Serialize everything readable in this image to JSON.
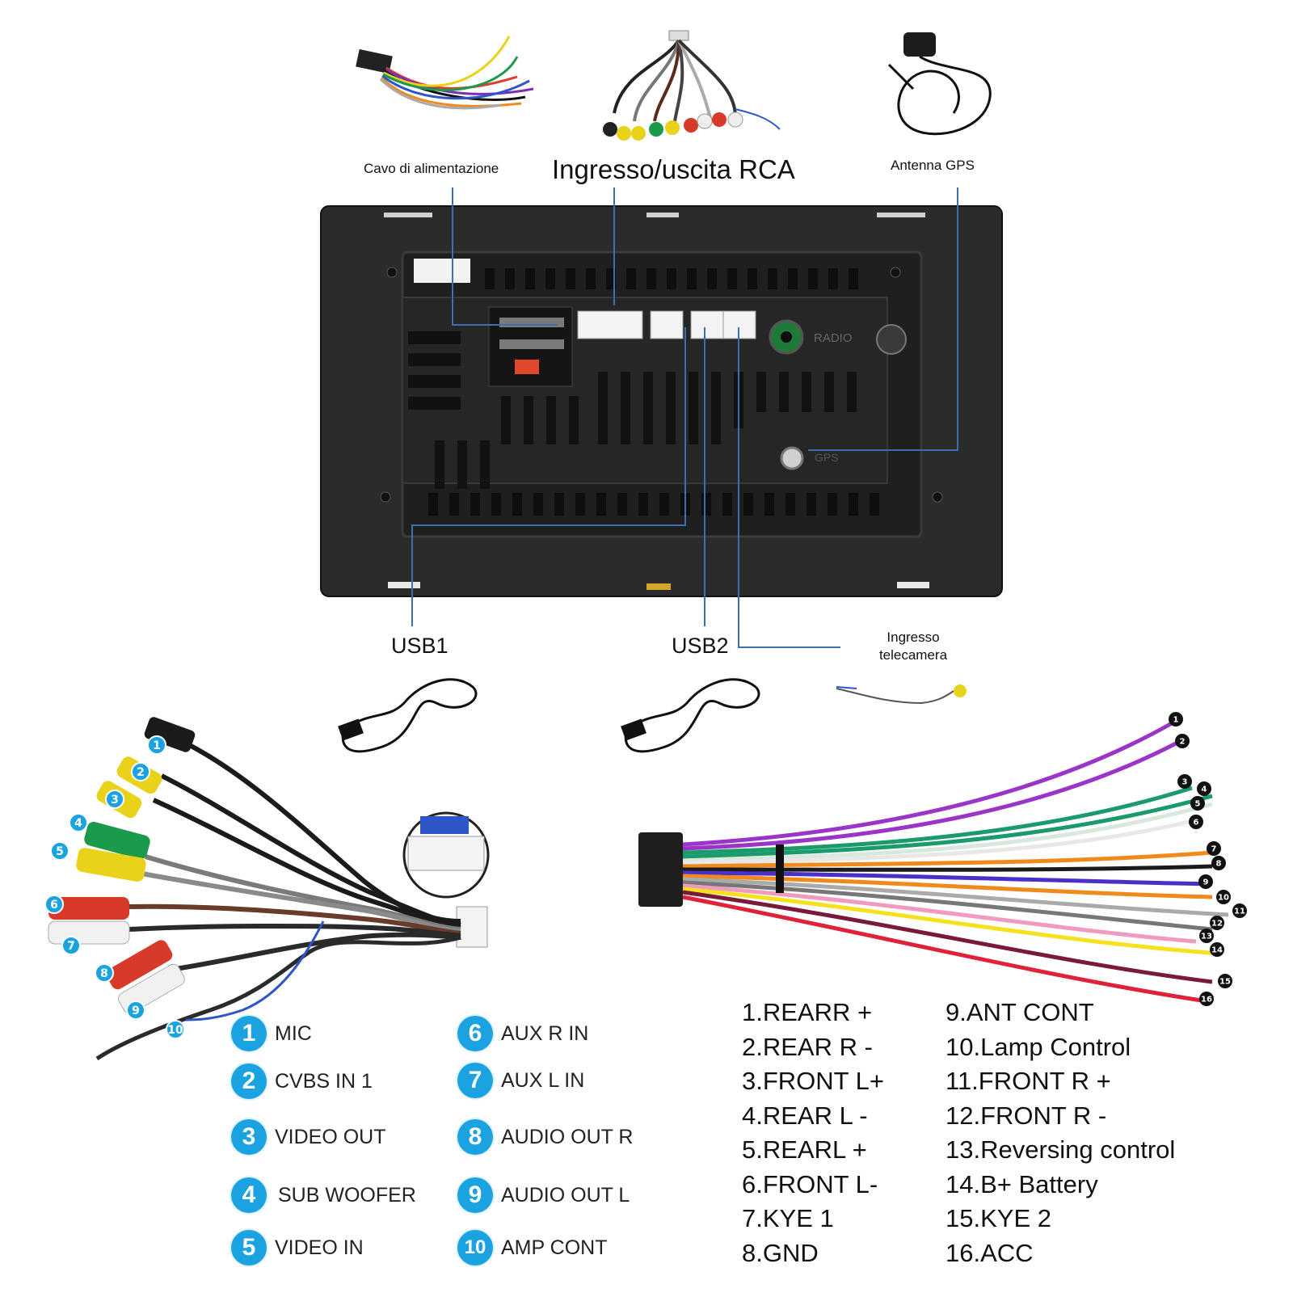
{
  "top_labels": {
    "power_cable": "Cavo di alimentazione",
    "rca": "Ingresso/uscita RCA",
    "gps_antenna": "Antenna GPS"
  },
  "unit_markings": {
    "radio": "RADIO",
    "gps": "GPS"
  },
  "ports": {
    "usb1": "USB1",
    "usb2": "USB2",
    "camera": [
      "Ingresso",
      "telecamera"
    ]
  },
  "rca_legend": [
    {
      "num": "1",
      "label": "MIC"
    },
    {
      "num": "2",
      "label": "CVBS IN 1"
    },
    {
      "num": "3",
      "label": "VIDEO OUT"
    },
    {
      "num": "4",
      "label": "SUB WOOFER"
    },
    {
      "num": "5",
      "label": "VIDEO IN"
    },
    {
      "num": "6",
      "label": "AUX R IN"
    },
    {
      "num": "7",
      "label": "AUX L IN"
    },
    {
      "num": "8",
      "label": "AUDIO OUT R"
    },
    {
      "num": "9",
      "label": "AUDIO OUT L"
    },
    {
      "num": "10",
      "label": "AMP CONT"
    }
  ],
  "power_pins_left": [
    "1.REARR +",
    "2.REAR R -",
    "3.FRONT L+",
    "4.REAR L -",
    "5.REARL +",
    "6.FRONT L-",
    "7.KYE 1",
    "8.GND"
  ],
  "power_pins_right": [
    "9.ANT CONT",
    "10.Lamp Control",
    "11.FRONT R +",
    "12.FRONT R -",
    "13.Reversing control",
    "14.B+ Battery",
    "15.KYE 2",
    "16.ACC"
  ],
  "wire_tags": [
    "1",
    "2",
    "3",
    "4",
    "5",
    "6",
    "7",
    "8",
    "9",
    "10",
    "11",
    "12",
    "13",
    "14",
    "15",
    "16"
  ],
  "rca_tags": [
    "1",
    "2",
    "3",
    "4",
    "5",
    "6",
    "7",
    "8",
    "9",
    "10"
  ],
  "colors": {
    "badge_blue": "#1aa3e0",
    "leader_line": "#3b6fb0",
    "unit_body": "#2b2b2b"
  }
}
